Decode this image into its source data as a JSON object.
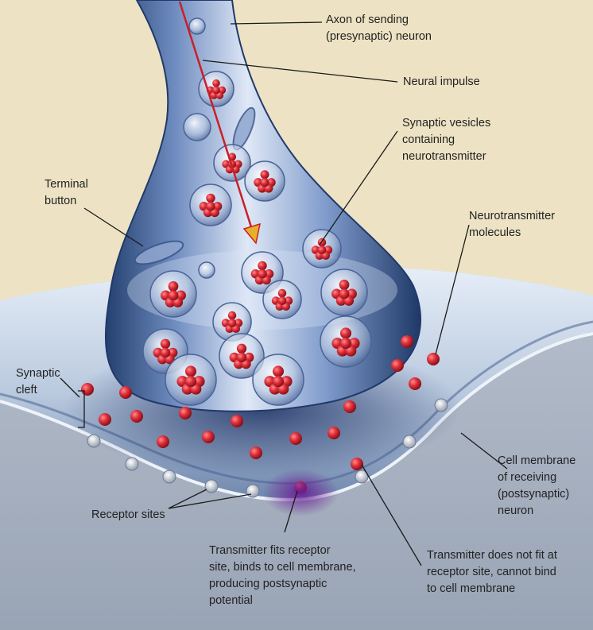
{
  "labels": {
    "axon": [
      "Axon of sending",
      "(presynaptic) neuron"
    ],
    "impulse": [
      "Neural impulse"
    ],
    "vesicles": [
      "Synaptic vesicles",
      "containing",
      "neurotransmitter"
    ],
    "terminal": [
      "Terminal",
      "button"
    ],
    "molecules": [
      "Neurotransmitter",
      "molecules"
    ],
    "cleft": [
      "Synaptic",
      "cleft"
    ],
    "membrane": [
      "Cell membrane",
      "of receiving",
      "(postsynaptic)",
      "neuron"
    ],
    "receptor": [
      "Receptor sites"
    ],
    "fits": [
      "Transmitter fits receptor",
      "site, binds to cell membrane,",
      "producing postsynaptic",
      "potential"
    ],
    "nofit": [
      "Transmitter does not fit at",
      "receptor site, cannot bind",
      "to cell membrane"
    ]
  },
  "colors": {
    "background": "#ede3c4",
    "neuron": "#3f5f9a",
    "cell": "#a9b3c2",
    "molecule": "#d42b35",
    "arrow": "#c8202a",
    "binding_glow": "#7a2a9c"
  }
}
